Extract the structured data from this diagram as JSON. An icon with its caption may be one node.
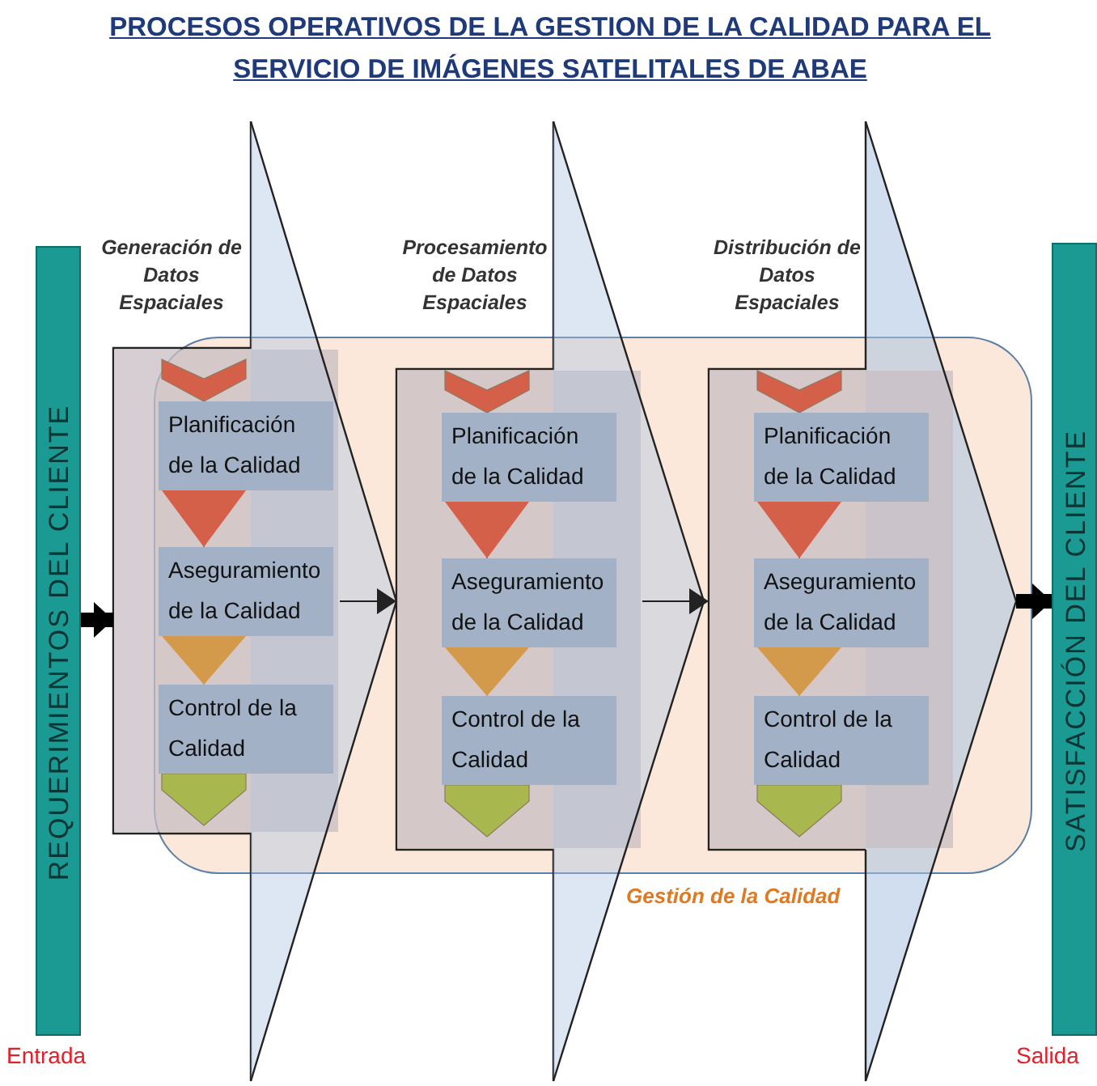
{
  "diagram": {
    "title": "PROCESOS OPERATIVOS DE LA GESTION DE LA CALIDAD PARA EL SERVICIO DE IMÁGENES SATELITALES DE ABAE",
    "nodes": [
      {
        "text": [
          "REQUERIMIENTOS DEL CLIENTE"
        ],
        "beside": [
          "Entrada"
        ]
      },
      {
        "text": [
          "Generación de Datos Espaciales"
        ]
      },
      {
        "text": [
          "Planificación de la Calidad"
        ],
        "in": 1
      },
      {
        "text": [
          "Aseguramiento de la Calidad"
        ],
        "in": 1
      },
      {
        "text": [
          "Control de la Calidad"
        ],
        "in": 1
      },
      {
        "text": [
          "Procesamiento de Datos Espaciales"
        ]
      },
      {
        "text": [
          "Planificación de la Calidad"
        ],
        "in": 5
      },
      {
        "text": [
          "Aseguramiento de la Calidad"
        ],
        "in": 5
      },
      {
        "text": [
          "Control de la Calidad"
        ],
        "in": 5
      },
      {
        "text": [
          "Distribución de Datos Espaciales"
        ]
      },
      {
        "text": [
          "Planificación de la Calidad"
        ],
        "in": 9
      },
      {
        "text": [
          "Aseguramiento de la Calidad"
        ],
        "in": 9
      },
      {
        "text": [
          "Control de la Calidad"
        ],
        "in": 9
      },
      {
        "text": [
          "SATISFACCIÓN DEL CLIENTE"
        ],
        "beside": [
          "Salida"
        ]
      }
    ],
    "edges": [
      {
        "from": 0,
        "to": 1,
        "arrow": "to",
        "style": "thick",
        "color": "#000000"
      },
      {
        "from": 2,
        "to": 3,
        "arrow": "to",
        "color": "#d5604a"
      },
      {
        "from": 3,
        "to": 4,
        "arrow": "to",
        "color": "#d49a4c"
      },
      {
        "from": 1,
        "to": 5,
        "arrow": "to",
        "color": "#222222"
      },
      {
        "from": 6,
        "to": 7,
        "arrow": "to",
        "color": "#d5604a"
      },
      {
        "from": 7,
        "to": 8,
        "arrow": "to",
        "color": "#d49a4c"
      },
      {
        "from": 5,
        "to": 9,
        "arrow": "to",
        "color": "#222222"
      },
      {
        "from": 10,
        "to": 11,
        "arrow": "to",
        "color": "#d5604a"
      },
      {
        "from": 11,
        "to": 12,
        "arrow": "to",
        "color": "#d49a4c"
      },
      {
        "from": 9,
        "to": 13,
        "arrow": "to",
        "style": "thick",
        "color": "#000000"
      }
    ],
    "labels": [
      "Gestión de la Calidad"
    ]
  }
}
